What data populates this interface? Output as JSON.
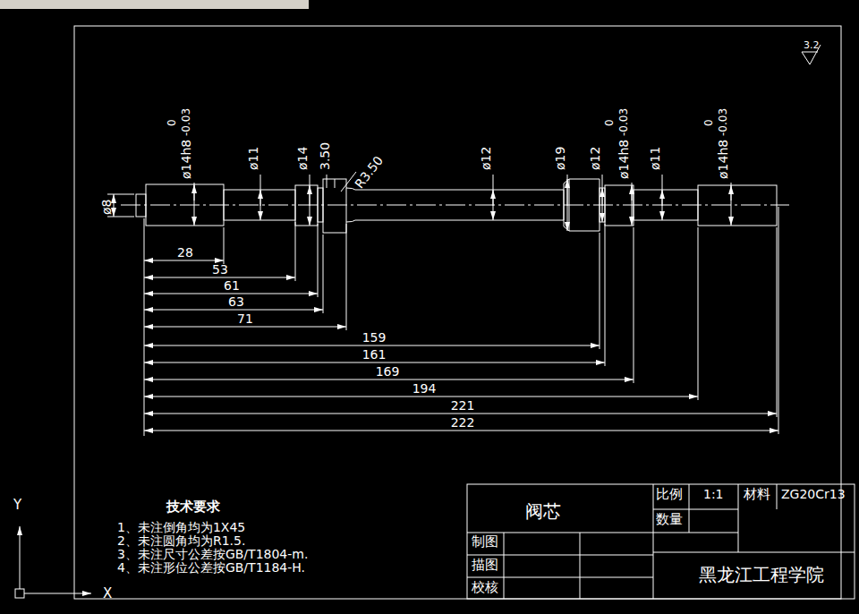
{
  "diagram": {
    "labels": [
      "0",
      "ø14h8",
      "-0.03",
      "ø8",
      "ø11",
      "ø14",
      "3.50",
      "R3.50",
      "ø12",
      "ø19",
      "ø12",
      "0",
      "ø14h8",
      "-0.03",
      "ø11",
      "0",
      "ø14h8",
      "-0.03",
      "3.2",
      "28",
      "53",
      "61",
      "63",
      "71",
      "159",
      "161",
      "169",
      "194",
      "221",
      "222",
      "技术要求",
      "1、未注倒角均为1X45",
      "2、未注圆角均为R1.5.",
      "3、未注尺寸公差按GB/T1804-m.",
      "4、未注形位公差按GB/T1184-H.",
      "阀芯",
      "比例",
      "1:1",
      "材料",
      "ZG20Cr13",
      "数量",
      "制图",
      "描图",
      "校核",
      "黑龙江工程学院",
      "Y",
      "X"
    ]
  }
}
